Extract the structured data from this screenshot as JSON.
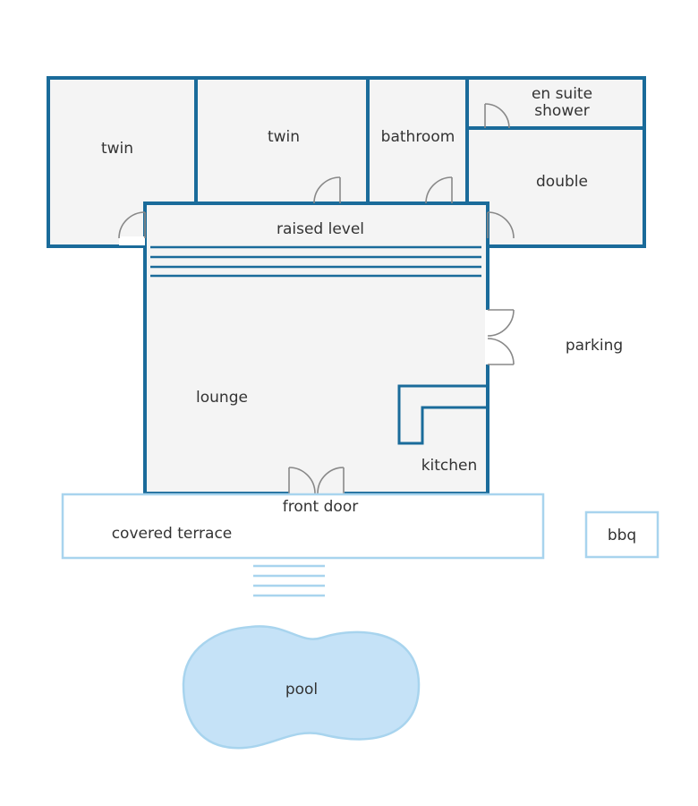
{
  "rooms": {
    "twin_left": "twin",
    "twin_center": "twin",
    "bathroom": "bathroom",
    "en_suite_line1": "en suite",
    "en_suite_line2": "shower",
    "double": "double",
    "raised_level": "raised level",
    "lounge": "lounge",
    "kitchen": "kitchen",
    "parking": "parking",
    "front_door": "front door",
    "covered_terrace": "covered terrace",
    "bbq": "bbq",
    "pool": "pool"
  },
  "colors": {
    "wall": "#1a6b9a",
    "light_outline": "#a8d4ee",
    "room_fill": "#f4f4f4",
    "pool_fill": "#c5e2f7",
    "door": "#888888",
    "text": "#333333"
  }
}
